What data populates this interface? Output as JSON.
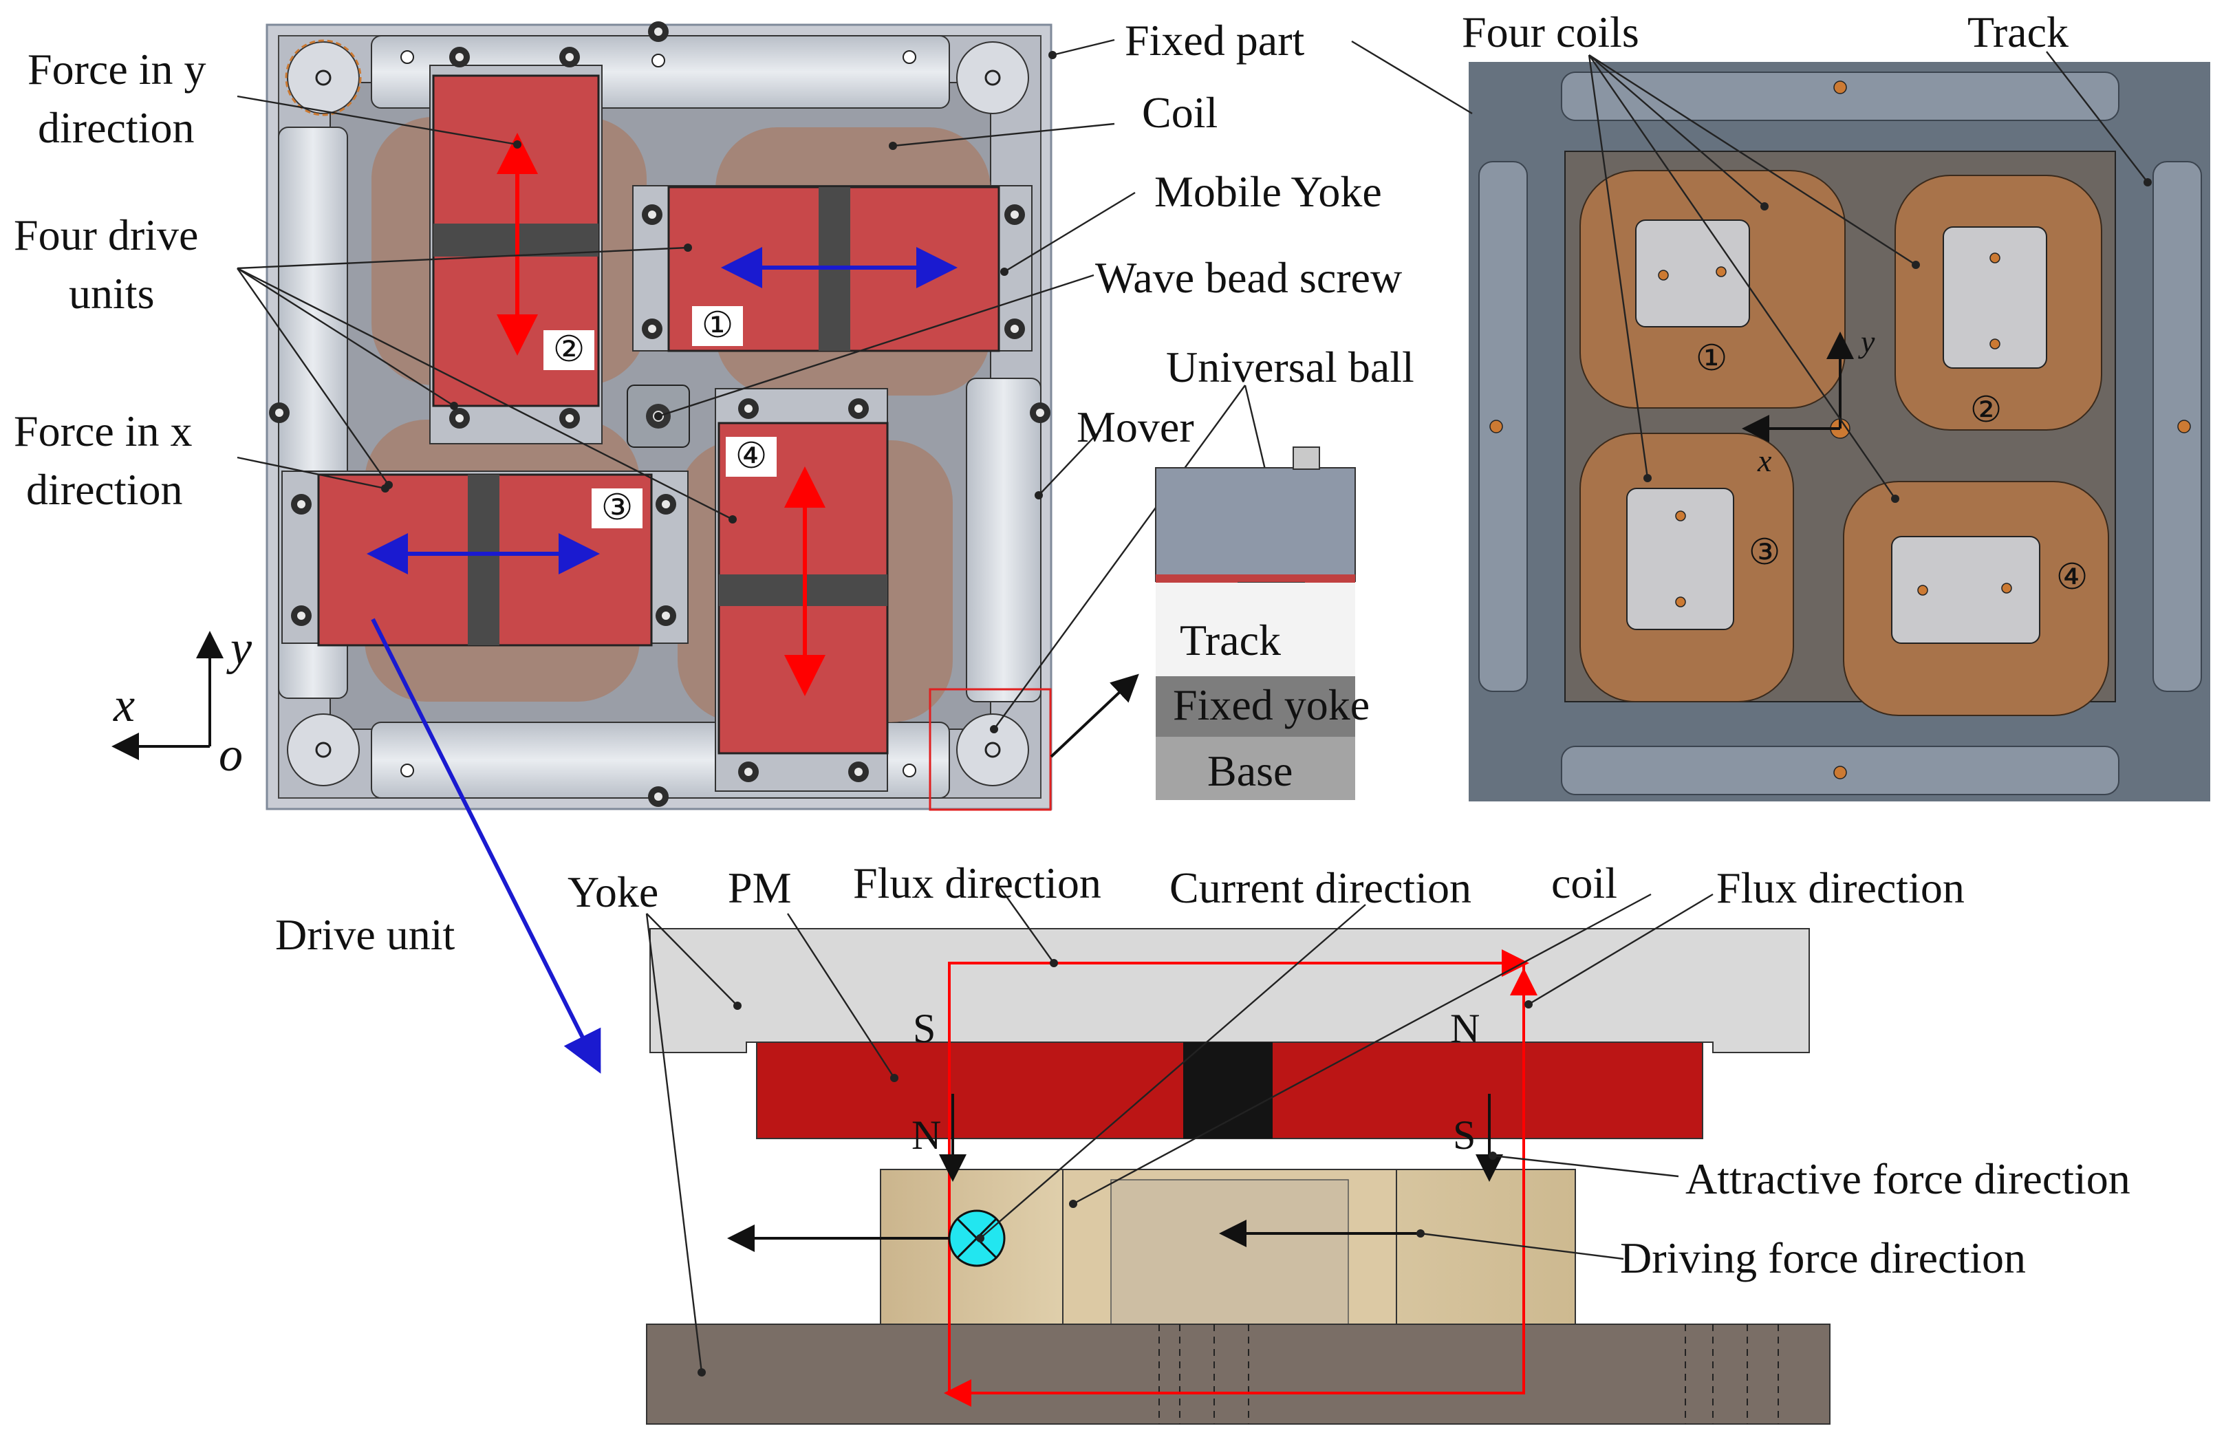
{
  "panel_a": {
    "labels": {
      "force_y": [
        "Force in y",
        "direction"
      ],
      "four_drive_units": [
        "Four drive",
        "units"
      ],
      "force_x": [
        "Force in x",
        "direction"
      ],
      "fixed_part": "Fixed part",
      "coil": "Coil",
      "mobile_yoke": "Mobile Yoke",
      "wave_bead_screw": "Wave bead screw",
      "universal_ball": "Universal ball",
      "mover": "Mover",
      "drive_unit": "Drive unit"
    },
    "unit_numbers": [
      "①",
      "②",
      "③",
      "④"
    ],
    "axes": {
      "x": "x",
      "y": "y",
      "origin": "o"
    },
    "colors": {
      "magnet": "#c8484a",
      "coil": "#a67d6a",
      "force_y_arrow": "#ff0000",
      "force_x_arrow": "#1a1ad0",
      "drive_unit_arrow": "#1a1ad0"
    }
  },
  "inset": {
    "layers": [
      "Track",
      "Fixed yoke",
      "Base"
    ]
  },
  "panel_b": {
    "labels": {
      "four_coils": "Four coils",
      "track": "Track"
    },
    "coil_numbers": [
      "①",
      "②",
      "③",
      "④"
    ],
    "axes": {
      "x": "x",
      "y": "y"
    },
    "colors": {
      "coil": "#a8734a",
      "frame": "#66727f"
    }
  },
  "panel_c": {
    "labels": {
      "yoke": "Yoke",
      "pm": "PM",
      "flux_direction_left": "Flux direction",
      "current_direction": "Current direction",
      "coil": "coil",
      "flux_direction_right": "Flux direction",
      "attractive_force_direction": "Attractive force direction",
      "driving_force_direction": "Driving force direction"
    },
    "poles": {
      "top_left": "S",
      "top_right": "N",
      "bottom_left": "N",
      "bottom_right": "S"
    },
    "colors": {
      "pm": "#bb1515",
      "coil": "#d8c7a0",
      "flux": "#ff0000",
      "yoke": "#d9d9d9",
      "base": "#7a6e66"
    }
  }
}
